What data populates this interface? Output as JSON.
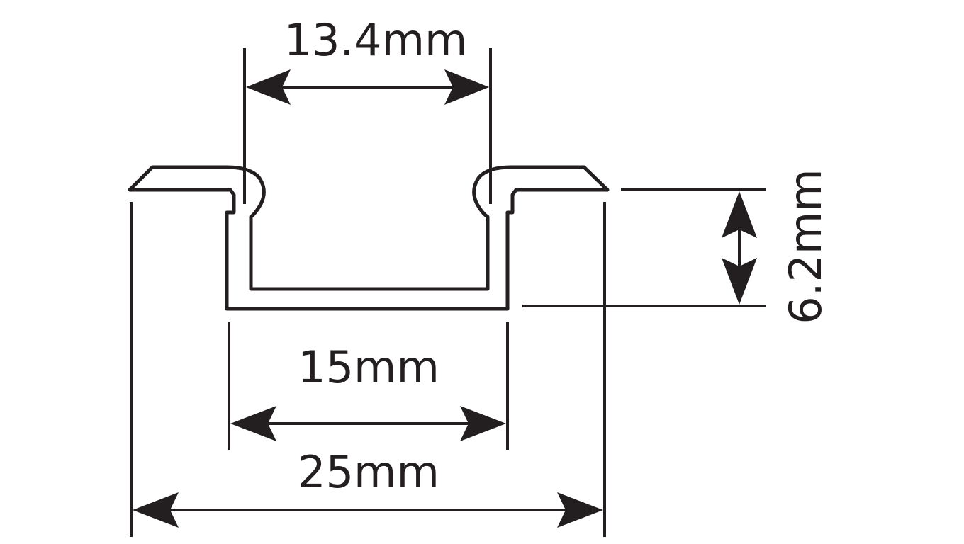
{
  "colors": {
    "ink": "#231f20",
    "background": "#ffffff"
  },
  "dimensions": {
    "inner_width": "13.4mm",
    "base_width": "15mm",
    "total_width": "25mm",
    "height": "6.2mm"
  }
}
